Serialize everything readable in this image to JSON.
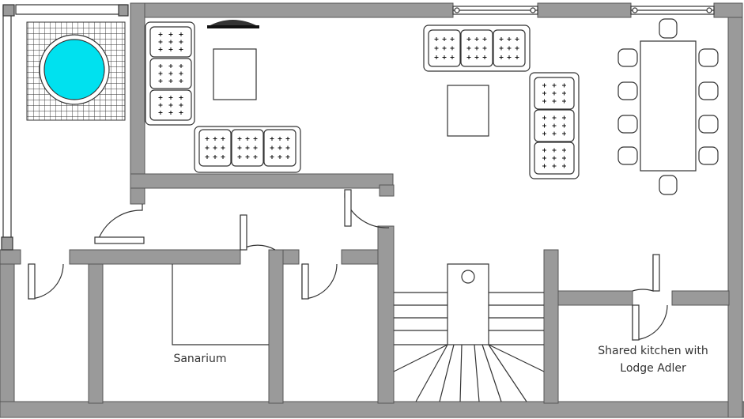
{
  "labels": {
    "sanarium": "Sanarium",
    "kitchen_line1": "Shared kitchen with",
    "kitchen_line2": "Lodge Adler"
  },
  "colors": {
    "wall": "#9a9a9a",
    "wall_edge": "#555555",
    "floor": "#ffffff",
    "pool_water": "#00e1ef",
    "line": "#222222"
  },
  "icons": {
    "furniture": "cushion-plus",
    "pool": "round-pool",
    "heater": "fireplace"
  }
}
